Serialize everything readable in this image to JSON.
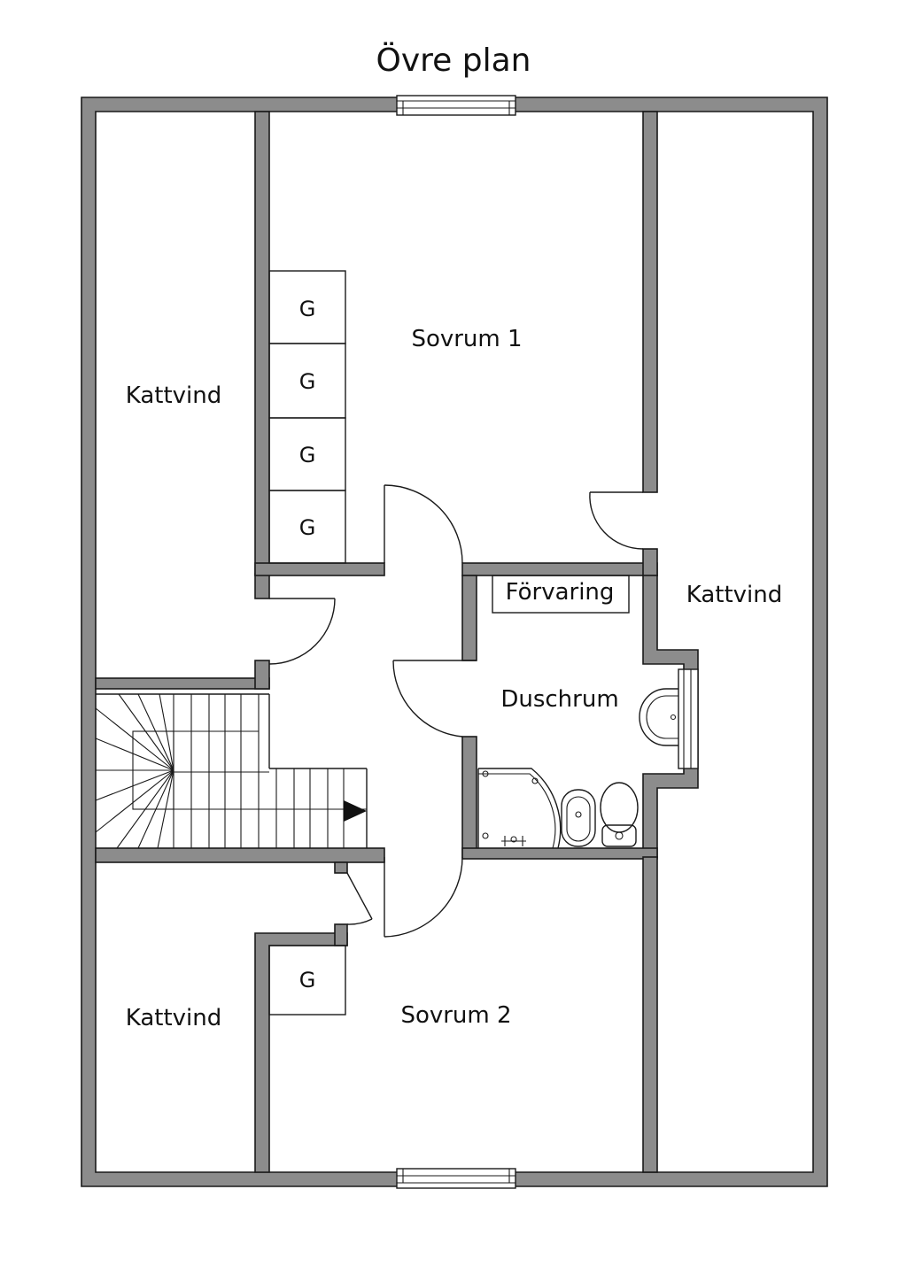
{
  "title": "Övre plan",
  "rooms": {
    "kattvind_left_top": "Kattvind",
    "sovrum_1": "Sovrum 1",
    "kattvind_right": "Kattvind",
    "forvaring": "Förvaring",
    "duschrum": "Duschrum",
    "kattvind_left_bottom": "Kattvind",
    "sovrum_2": "Sovrum 2"
  },
  "closets": {
    "sovrum_1": [
      "G",
      "G",
      "G",
      "G"
    ],
    "sovrum_2": [
      "G"
    ]
  },
  "colors": {
    "wall_fill": "#8c8c8c",
    "line": "#1a1a1a",
    "background": "#ffffff"
  }
}
